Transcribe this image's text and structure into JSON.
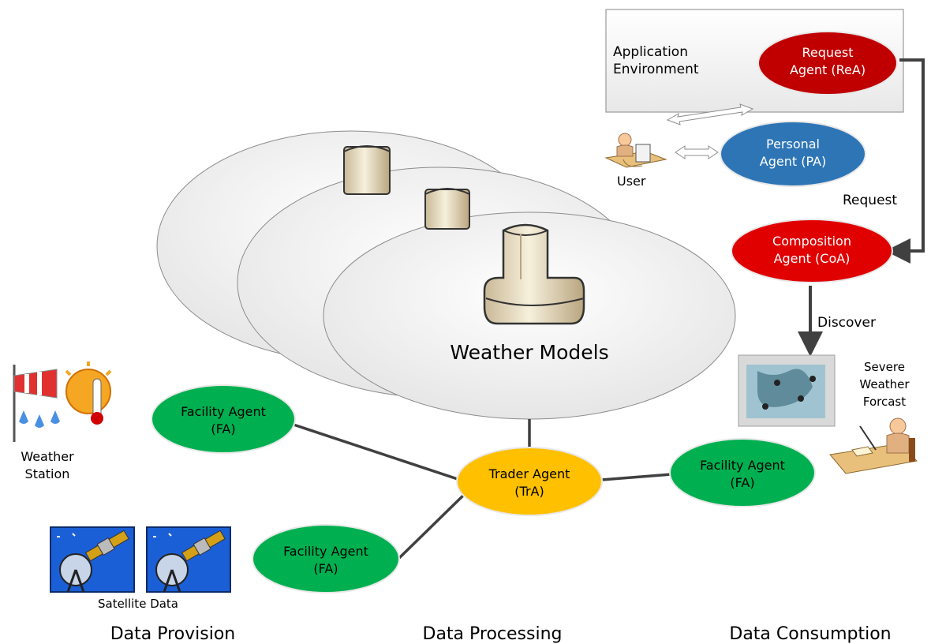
{
  "application_environment": {
    "label_line1": "Application",
    "label_line2": "Environment"
  },
  "agents": {
    "request": {
      "line1": "Request",
      "line2": "Agent (ReA)",
      "color": "#c00000"
    },
    "personal": {
      "line1": "Personal",
      "line2": "Agent (PA)",
      "color": "#2e75b6"
    },
    "composition": {
      "line1": "Composition",
      "line2": "Agent (CoA)",
      "color": "#e00000"
    },
    "trader": {
      "line1": "Trader Agent",
      "line2": "(TrA)",
      "color": "#ffc000"
    },
    "facility_left": {
      "line1": "Facility Agent",
      "line2": "(FA)",
      "color": "#00b050"
    },
    "facility_bottom": {
      "line1": "Facility Agent",
      "line2": "(FA)",
      "color": "#00b050"
    },
    "facility_right": {
      "line1": "Facility Agent",
      "line2": "(FA)",
      "color": "#00b050"
    }
  },
  "labels": {
    "user": "User",
    "request": "Request",
    "discover": "Discover",
    "weather_models": "Weather Models",
    "weather_station_line1": "Weather",
    "weather_station_line2": "Station",
    "satellite_data": "Satellite Data",
    "severe_line1": "Severe",
    "severe_line2": "Weather",
    "severe_line3": "Forcast"
  },
  "sections": {
    "provision": "Data Provision",
    "processing": "Data Processing",
    "consumption": "Data Consumption"
  },
  "icons": [
    "weather-station-icon",
    "satellite-icon",
    "user-at-desk-icon",
    "weather-map-icon",
    "model-pipe-icon"
  ]
}
